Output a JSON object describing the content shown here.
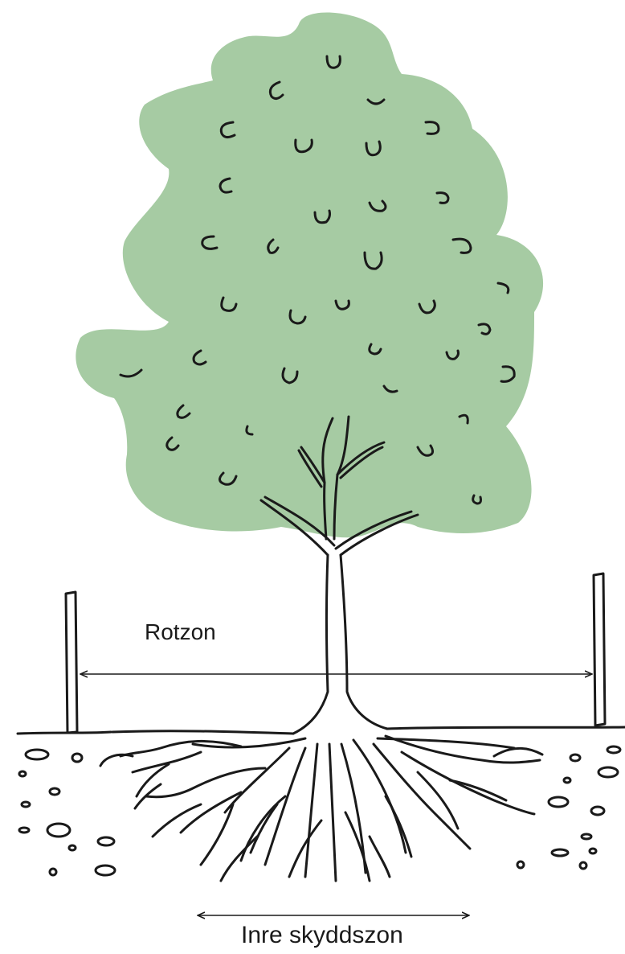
{
  "labels": {
    "root_zone": "Rotzon",
    "inner_protection_zone": "Inre skyddszon"
  },
  "colors": {
    "canopy": "#a6cba3",
    "ink": "#1a1a1a",
    "background": "#ffffff"
  },
  "icons": {
    "measure_arrow": "double-headed-arrow"
  }
}
